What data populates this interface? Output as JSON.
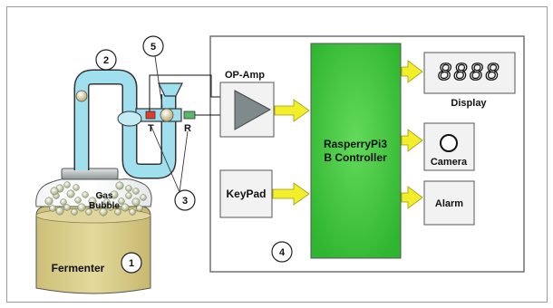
{
  "components": {
    "op_amp": "OP-Amp",
    "controller_line1": "RasperryPi3",
    "controller_line2": "B Controller",
    "display": "Display",
    "display_digits": "8888",
    "camera": "Camera",
    "alarm": "Alarm",
    "keypad": "KeyPad",
    "fermenter": "Fermenter",
    "gas_line1": "Gas",
    "gas_line2": "Bubble",
    "sensor_t": "T",
    "sensor_r": "R"
  },
  "callouts": [
    "1",
    "2",
    "3",
    "4",
    "5"
  ],
  "colors": {
    "controller_green": "#3ec43e",
    "arrow_yellow": "#f2ee2a",
    "tube_blue": "#9fdfee",
    "fermenter_tan": "#d8cc8a",
    "op_amp_gray": "#7f8a8c",
    "emitter_red": "#e33b2c",
    "receiver_green": "#58b86a"
  }
}
